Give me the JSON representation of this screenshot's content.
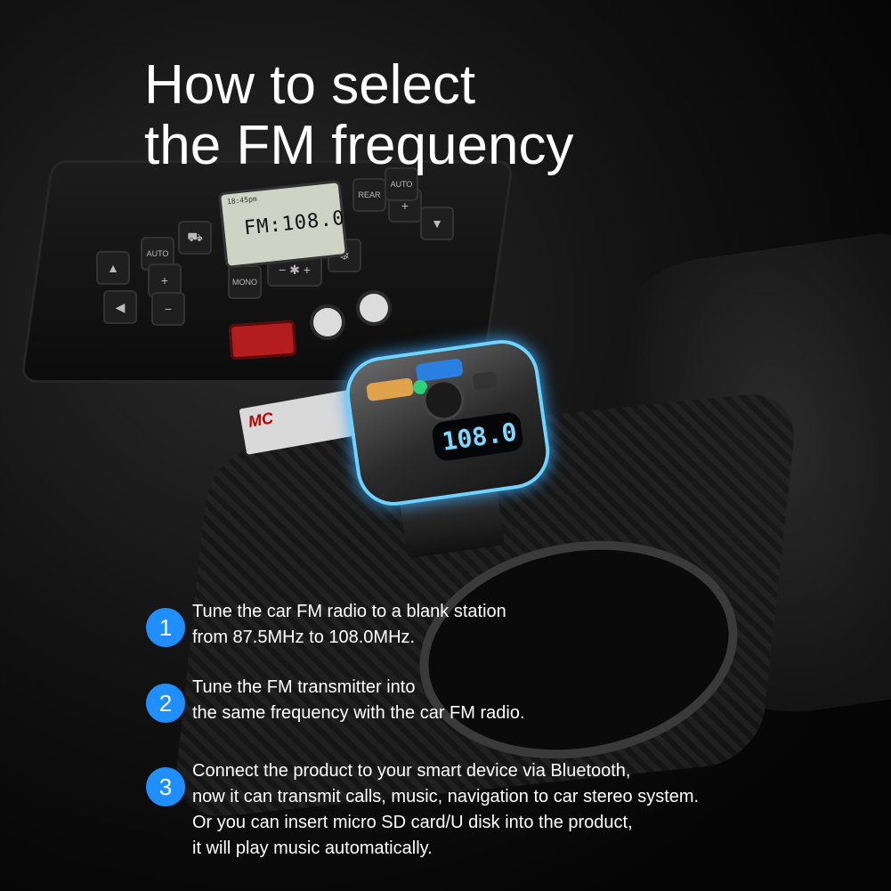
{
  "title": {
    "line1": "How to select",
    "line2": "the FM frequency"
  },
  "scene": {
    "radio_display": "FM:108.0",
    "radio_clock": "18:45pm",
    "transmitter_display": "108.0",
    "badge_text": "MC",
    "button_labels": [
      "AUTO",
      "MONO",
      "REAR",
      "AUTO"
    ]
  },
  "steps": [
    {
      "number": "1",
      "lines": [
        "Tune the car FM radio to a blank station",
        "from 87.5MHz to 108.0MHz."
      ]
    },
    {
      "number": "2",
      "lines": [
        "Tune the FM transmitter into",
        "the same frequency with the car FM radio."
      ]
    },
    {
      "number": "3",
      "lines": [
        "Connect the product to your smart device via Bluetooth,",
        "now it can transmit calls, music, navigation to car stereo system.",
        "Or you can insert micro SD card/U disk into the product,",
        "it will play music automatically."
      ]
    }
  ],
  "colors": {
    "accent": "#1f8fff",
    "glow": "#6fd3ff",
    "hazard": "#b41d1d"
  }
}
